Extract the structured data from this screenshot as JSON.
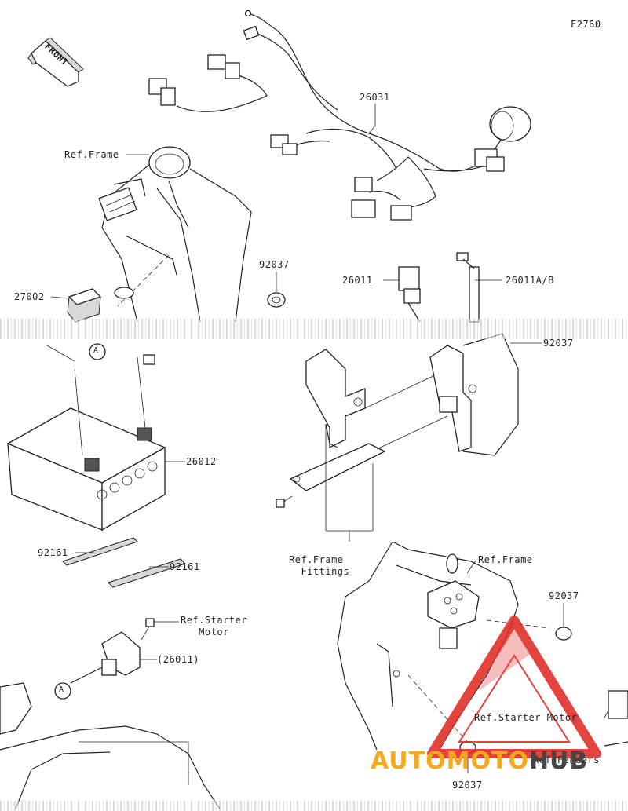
{
  "figure_code": "F2760",
  "front_badge": "FRONT",
  "callouts": {
    "ref_frame_top": "Ref.Frame",
    "harness": "26031",
    "bolt_92037_top": "92037",
    "switch_26011": "26011",
    "switch_26011ab": "26011A/B",
    "cover_27002": "27002",
    "clamp_92037_mid": "92037",
    "battery": "26012",
    "strap_1": "92161",
    "strap_2": "92161",
    "ref_frame_fittings": "Ref.Frame\n  Fittings",
    "ref_starter_motor_left": "Ref.Starter\n   Motor",
    "relay_paren": "(26011)",
    "ref_frame_right": "Ref.Frame",
    "clamp_92037_right": "92037",
    "ref_starter_motor_right": "Ref.Starter Motor",
    "ref_fenders": "Ref.Fenders",
    "clamp_92037_bottom": "92037"
  },
  "markers": {
    "a_top": "A",
    "a_bottom": "A"
  },
  "watermark": {
    "text_part1": "AUTOMOTO",
    "text_part2": "HUB",
    "color_red": "#e0302a",
    "color_orange": "#f4a91e",
    "color_dark": "#444444"
  }
}
